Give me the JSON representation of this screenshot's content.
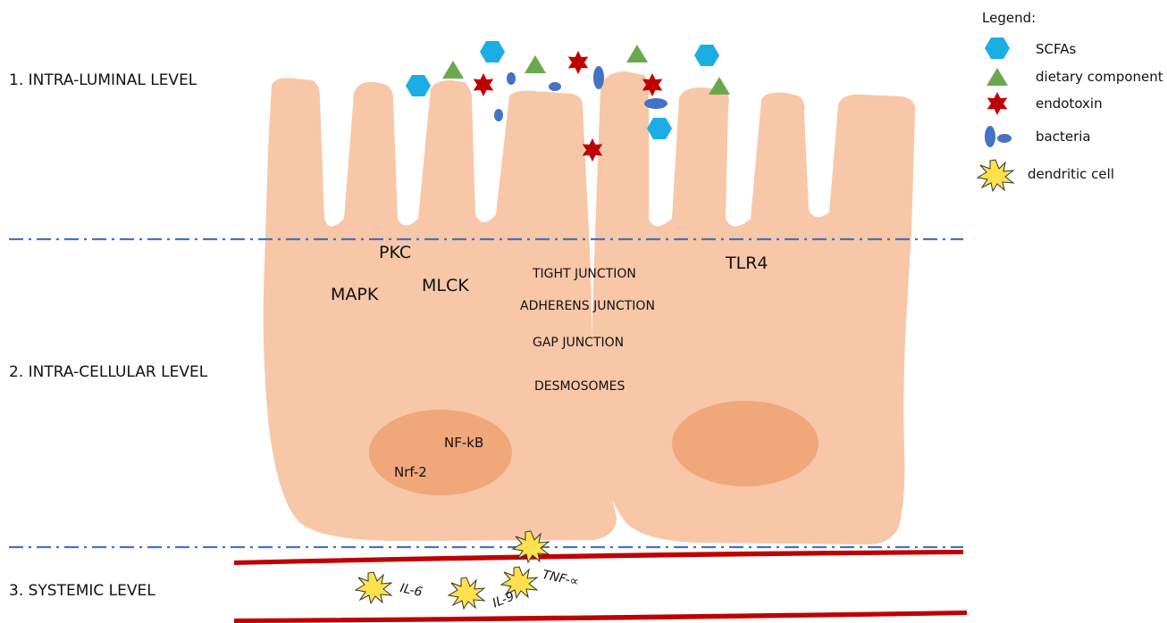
{
  "levels": {
    "intraluminal": "1. INTRA-LUMINAL LEVEL",
    "intracellular": "2. INTRA-CELLULAR LEVEL",
    "systemic": "3. SYSTEMIC LEVEL"
  },
  "molecules": {
    "pkc": "PKC",
    "mapk": "MAPK",
    "mlck": "MLCK",
    "tlr4": "TLR4"
  },
  "junctions": {
    "tight": "TIGHT JUNCTION",
    "adherens": "ADHERENS JUNCTION",
    "gap": "GAP JUNCTION",
    "desmosomes": "DESMOSOMES"
  },
  "nucleus": {
    "nfkb": "NF-kB",
    "nrf2": "Nrf-2"
  },
  "cytokines": {
    "il6": "IL-6",
    "il9": "IL-9",
    "tnf": "TNF-∝"
  },
  "legend": {
    "title": "Legend:",
    "items": [
      {
        "label": "SCFAs",
        "icon": "hexagon-icon",
        "color": "#1aaee5"
      },
      {
        "label": "dietary component",
        "icon": "triangle-icon",
        "color": "#6aa84f"
      },
      {
        "label": "endotoxin",
        "icon": "star-icon",
        "color": "#c00000"
      },
      {
        "label": "bacteria",
        "icon": "bacteria-icon",
        "color": "#4472c4"
      },
      {
        "label": "dendritic cell",
        "icon": "dendritic-cell-icon",
        "color": "#ffe14d"
      }
    ]
  },
  "colors": {
    "cell": "#f7c7a8",
    "nucleus": "#f0a77a",
    "divider": "#4472c4",
    "vessel": "#c00000"
  }
}
